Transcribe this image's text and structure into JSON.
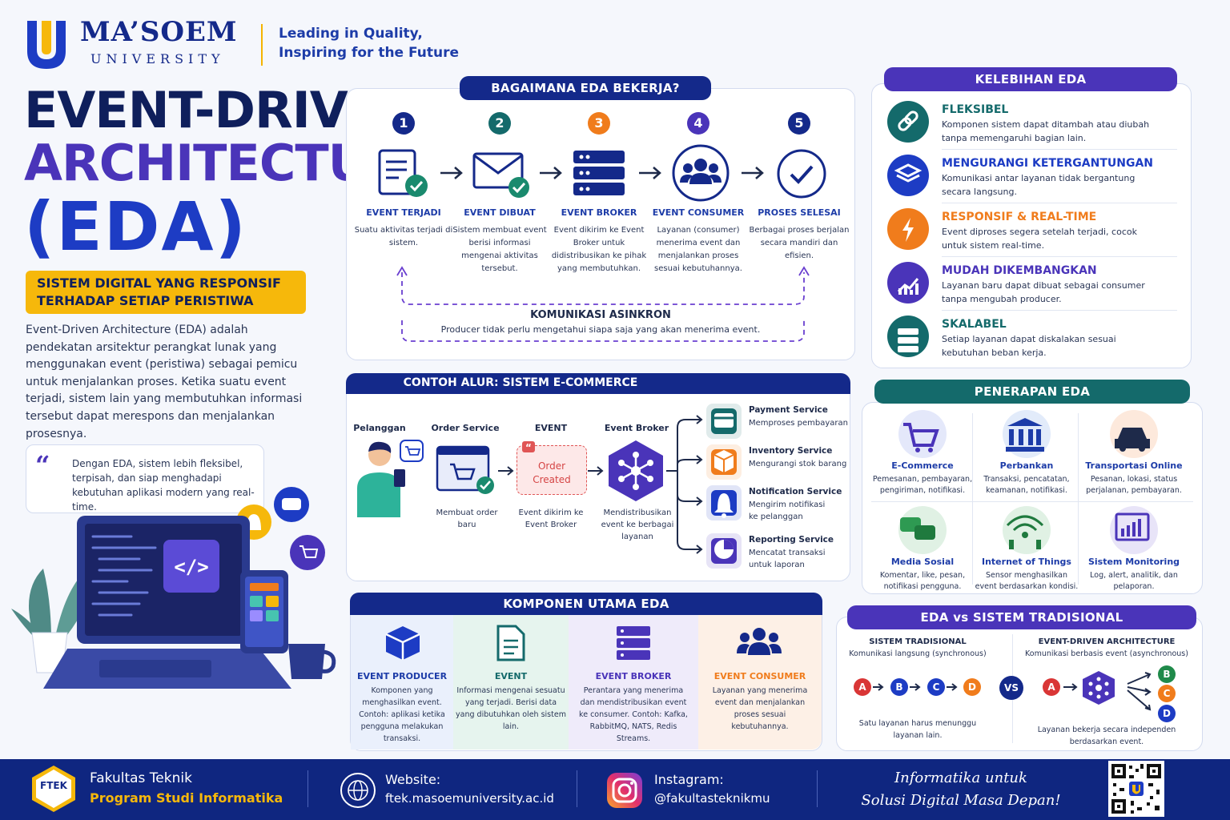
{
  "brand": {
    "name": "MA’SOEM",
    "sub": "UNIVERSITY",
    "tagline_1": "Leading in Quality,",
    "tagline_2": "Inspiring for the Future"
  },
  "hero": {
    "line1": "EVENT-DRIVEN",
    "line2": "ARCHITECTURE",
    "line3": "(EDA)",
    "banner_1": "SISTEM DIGITAL YANG RESPONSIF",
    "banner_2": "TERHADAP SETIAP PERISTIWA",
    "intro": "Event-Driven Architecture (EDA) adalah pendekatan arsitektur perangkat lunak yang menggunakan event (peristiwa) sebagai pemicu untuk menjalankan proses. Ketika suatu event terjadi, sistem lain yang membutuhkan informasi tersebut dapat merespons dan menjalankan prosesnya.",
    "quote": "Dengan EDA, sistem lebih fleksibel, terpisah, dan siap menghadapi kebutuhan aplikasi modern yang real-time."
  },
  "how": {
    "title": "BAGAIMANA EDA BEKERJA?",
    "steps": [
      {
        "num": "1",
        "title": "EVENT TERJADI",
        "desc": "Suatu aktivitas terjadi di sistem.",
        "color": "#14298a"
      },
      {
        "num": "2",
        "title": "EVENT DIBUAT",
        "desc": "Sistem membuat event berisi informasi mengenai aktivitas tersebut.",
        "color": "#146a6b"
      },
      {
        "num": "3",
        "title": "EVENT BROKER",
        "desc": "Event dikirim ke Event Broker untuk didistribusikan ke pihak yang membutuhkan.",
        "color": "#f07c1c"
      },
      {
        "num": "4",
        "title": "EVENT CONSUMER",
        "desc": "Layanan (consumer) menerima event dan menjalankan proses sesuai kebutuhannya.",
        "color": "#4a34b9"
      },
      {
        "num": "5",
        "title": "PROSES SELESAI",
        "desc": "Berbagai proses berjalan secara mandiri dan efisien.",
        "color": "#14298a"
      }
    ],
    "async_title": "KOMUNIKASI ASINKRON",
    "async_desc": "Producer tidak perlu mengetahui siapa saja yang akan menerima event."
  },
  "ecommerce": {
    "title": "CONTOH ALUR: SISTEM E-COMMERCE",
    "customer": "Pelanggan",
    "order_service": "Order Service",
    "order_desc_1": "Membuat order",
    "order_desc_2": "baru",
    "event": "EVENT",
    "event_card_1": "Order",
    "event_card_2": "Created",
    "event_desc_1": "Event dikirim ke",
    "event_desc_2": "Event Broker",
    "broker": "Event Broker",
    "broker_desc_1": "Mendistribusikan",
    "broker_desc_2": "event ke berbagai",
    "broker_desc_3": "layanan",
    "services": [
      {
        "name": "Payment Service",
        "desc_1": "Memproses pembayaran",
        "desc_2": "",
        "color": "#146a6b"
      },
      {
        "name": "Inventory Service",
        "desc_1": "Mengurangi stok barang",
        "desc_2": "",
        "color": "#f07c1c"
      },
      {
        "name": "Notification Service",
        "desc_1": "Mengirim notifikasi",
        "desc_2": "ke pelanggan",
        "color": "#1d3cc4"
      },
      {
        "name": "Reporting Service",
        "desc_1": "Mencatat transaksi",
        "desc_2": "untuk laporan",
        "color": "#4a34b9"
      }
    ]
  },
  "components": {
    "title": "KOMPONEN UTAMA EDA",
    "items": [
      {
        "title": "EVENT PRODUCER",
        "desc": "Komponen yang menghasilkan event. Contoh: aplikasi ketika pengguna melakukan transaksi.",
        "color": "#1d3ca8"
      },
      {
        "title": "EVENT",
        "desc": "Informasi mengenai sesuatu yang terjadi. Berisi data yang dibutuhkan oleh sistem lain.",
        "color": "#146a6b"
      },
      {
        "title": "EVENT BROKER",
        "desc": "Perantara yang menerima dan mendistribusikan event ke consumer. Contoh: Kafka, RabbitMQ, NATS, Redis Streams.",
        "color": "#4a34b9"
      },
      {
        "title": "EVENT CONSUMER",
        "desc": "Layanan yang menerima event dan menjalankan proses sesuai kebutuhannya.",
        "color": "#f07c1c"
      }
    ]
  },
  "advantages": {
    "title": "KELEBIHAN EDA",
    "items": [
      {
        "title": "FLEKSIBEL",
        "desc": "Komponen sistem dapat ditambah atau diubah tanpa memengaruhi bagian lain.",
        "color": "#146a6b",
        "icon": "link-icon"
      },
      {
        "title": "MENGURANGI KETERGANTUNGAN",
        "desc": "Komunikasi antar layanan tidak bergantung secara langsung.",
        "color": "#1d3cc4",
        "icon": "layers-icon"
      },
      {
        "title": "RESPONSIF & REAL-TIME",
        "desc": "Event diproses segera setelah terjadi, cocok untuk sistem real-time.",
        "color": "#f07c1c",
        "icon": "bolt-icon"
      },
      {
        "title": "MUDAH DIKEMBANGKAN",
        "desc": "Layanan baru dapat dibuat sebagai consumer tanpa mengubah producer.",
        "color": "#4a34b9",
        "icon": "growth-chart-icon"
      },
      {
        "title": "SKALABEL",
        "desc": "Setiap layanan dapat diskalakan sesuai kebutuhan beban kerja.",
        "color": "#146a6b",
        "icon": "server-icon"
      }
    ]
  },
  "applications": {
    "title": "PENERAPAN EDA",
    "items": [
      {
        "title": "E-Commerce",
        "desc": "Pemesanan, pembayaran, pengiriman, notifikasi.",
        "bg": "#e4e8fa"
      },
      {
        "title": "Perbankan",
        "desc": "Transaksi, pencatatan, keamanan, notifikasi.",
        "bg": "#e2ebfa"
      },
      {
        "title": "Transportasi Online",
        "desc": "Pesanan, lokasi, status perjalanan, pembayaran.",
        "bg": "#fde9dc"
      },
      {
        "title": "Media Sosial",
        "desc": "Komentar, like, pesan, notifikasi pengguna.",
        "bg": "#e0f1e4"
      },
      {
        "title": "Internet of Things",
        "desc": "Sensor menghasilkan event berdasarkan kondisi.",
        "bg": "#e0f1e4"
      },
      {
        "title": "Sistem Monitoring",
        "desc": "Log, alert, analitik, dan pelaporan.",
        "bg": "#e8e4f8"
      }
    ]
  },
  "compare": {
    "title": "EDA vs SISTEM TRADISIONAL",
    "trad_title": "SISTEM TRADISIONAL",
    "trad_sub": "Komunikasi langsung (synchronous)",
    "trad_desc_1": "Satu layanan harus menunggu",
    "trad_desc_2": "layanan lain.",
    "eda_title": "EVENT-DRIVEN ARCHITECTURE",
    "eda_sub": "Komunikasi berbasis event (asynchronous)",
    "eda_desc_1": "Layanan bekerja secara independen",
    "eda_desc_2": "berdasarkan event.",
    "vs": "VS",
    "a": "A",
    "b": "B",
    "c": "C",
    "d": "D"
  },
  "footer": {
    "faculty": "Fakultas Teknik",
    "program": "Program Studi Informatika",
    "badge": "FTEK",
    "website_label": "Website:",
    "website": "ftek.masoemuniversity.ac.id",
    "instagram_label": "Instagram:",
    "instagram": "@fakultasteknikmu",
    "slogan_1": "Informatika untuk",
    "slogan_2": "Solusi Digital Masa Depan!"
  }
}
